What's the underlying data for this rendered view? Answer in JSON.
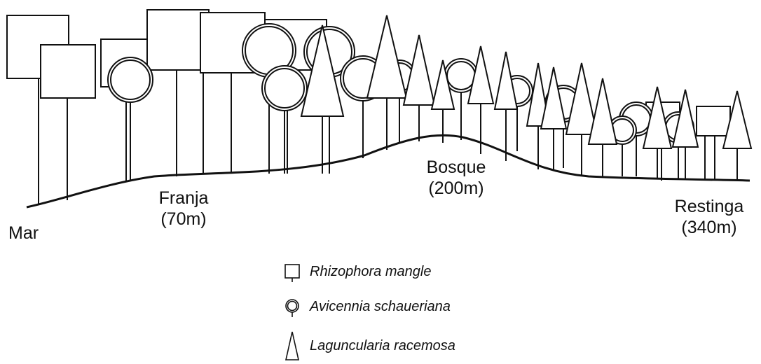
{
  "zones": [
    {
      "name": "Mar",
      "distance": ""
    },
    {
      "name": "Franja",
      "distance": "(70m)"
    },
    {
      "name": "Bosque",
      "distance": "(200m)"
    },
    {
      "name": "Restinga",
      "distance": "(340m)"
    }
  ],
  "legend": [
    {
      "symbol": "square-icon",
      "species": "Rhizophora mangle"
    },
    {
      "symbol": "circle-icon",
      "species": "Avicennia schaueriana"
    },
    {
      "symbol": "triangle-icon",
      "species": "Laguncularia racemosa"
    }
  ],
  "colors": {
    "stroke": "#111111",
    "fill": "#ffffff",
    "text": "#111111"
  }
}
